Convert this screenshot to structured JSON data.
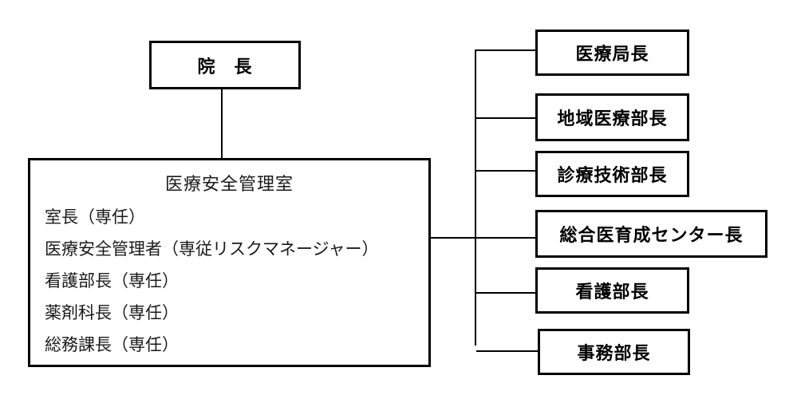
{
  "diagram": {
    "root": {
      "label": "院　長"
    },
    "office": {
      "title": "医療安全管理室",
      "members": [
        "室長（専任）",
        "医療安全管理者（専従リスクマネージャー）",
        "看護部長（専任）",
        "薬剤科長（専任）",
        "総務課長（専任）"
      ]
    },
    "departments": [
      {
        "label": "医療局長"
      },
      {
        "label": "地域医療部長"
      },
      {
        "label": "診療技術部長"
      },
      {
        "label": "総合医育成センター長"
      },
      {
        "label": "看護部長"
      },
      {
        "label": "事務部長"
      }
    ],
    "colors": {
      "border": "#000000",
      "line": "#000000",
      "text": "#000000",
      "background": "#ffffff"
    }
  }
}
